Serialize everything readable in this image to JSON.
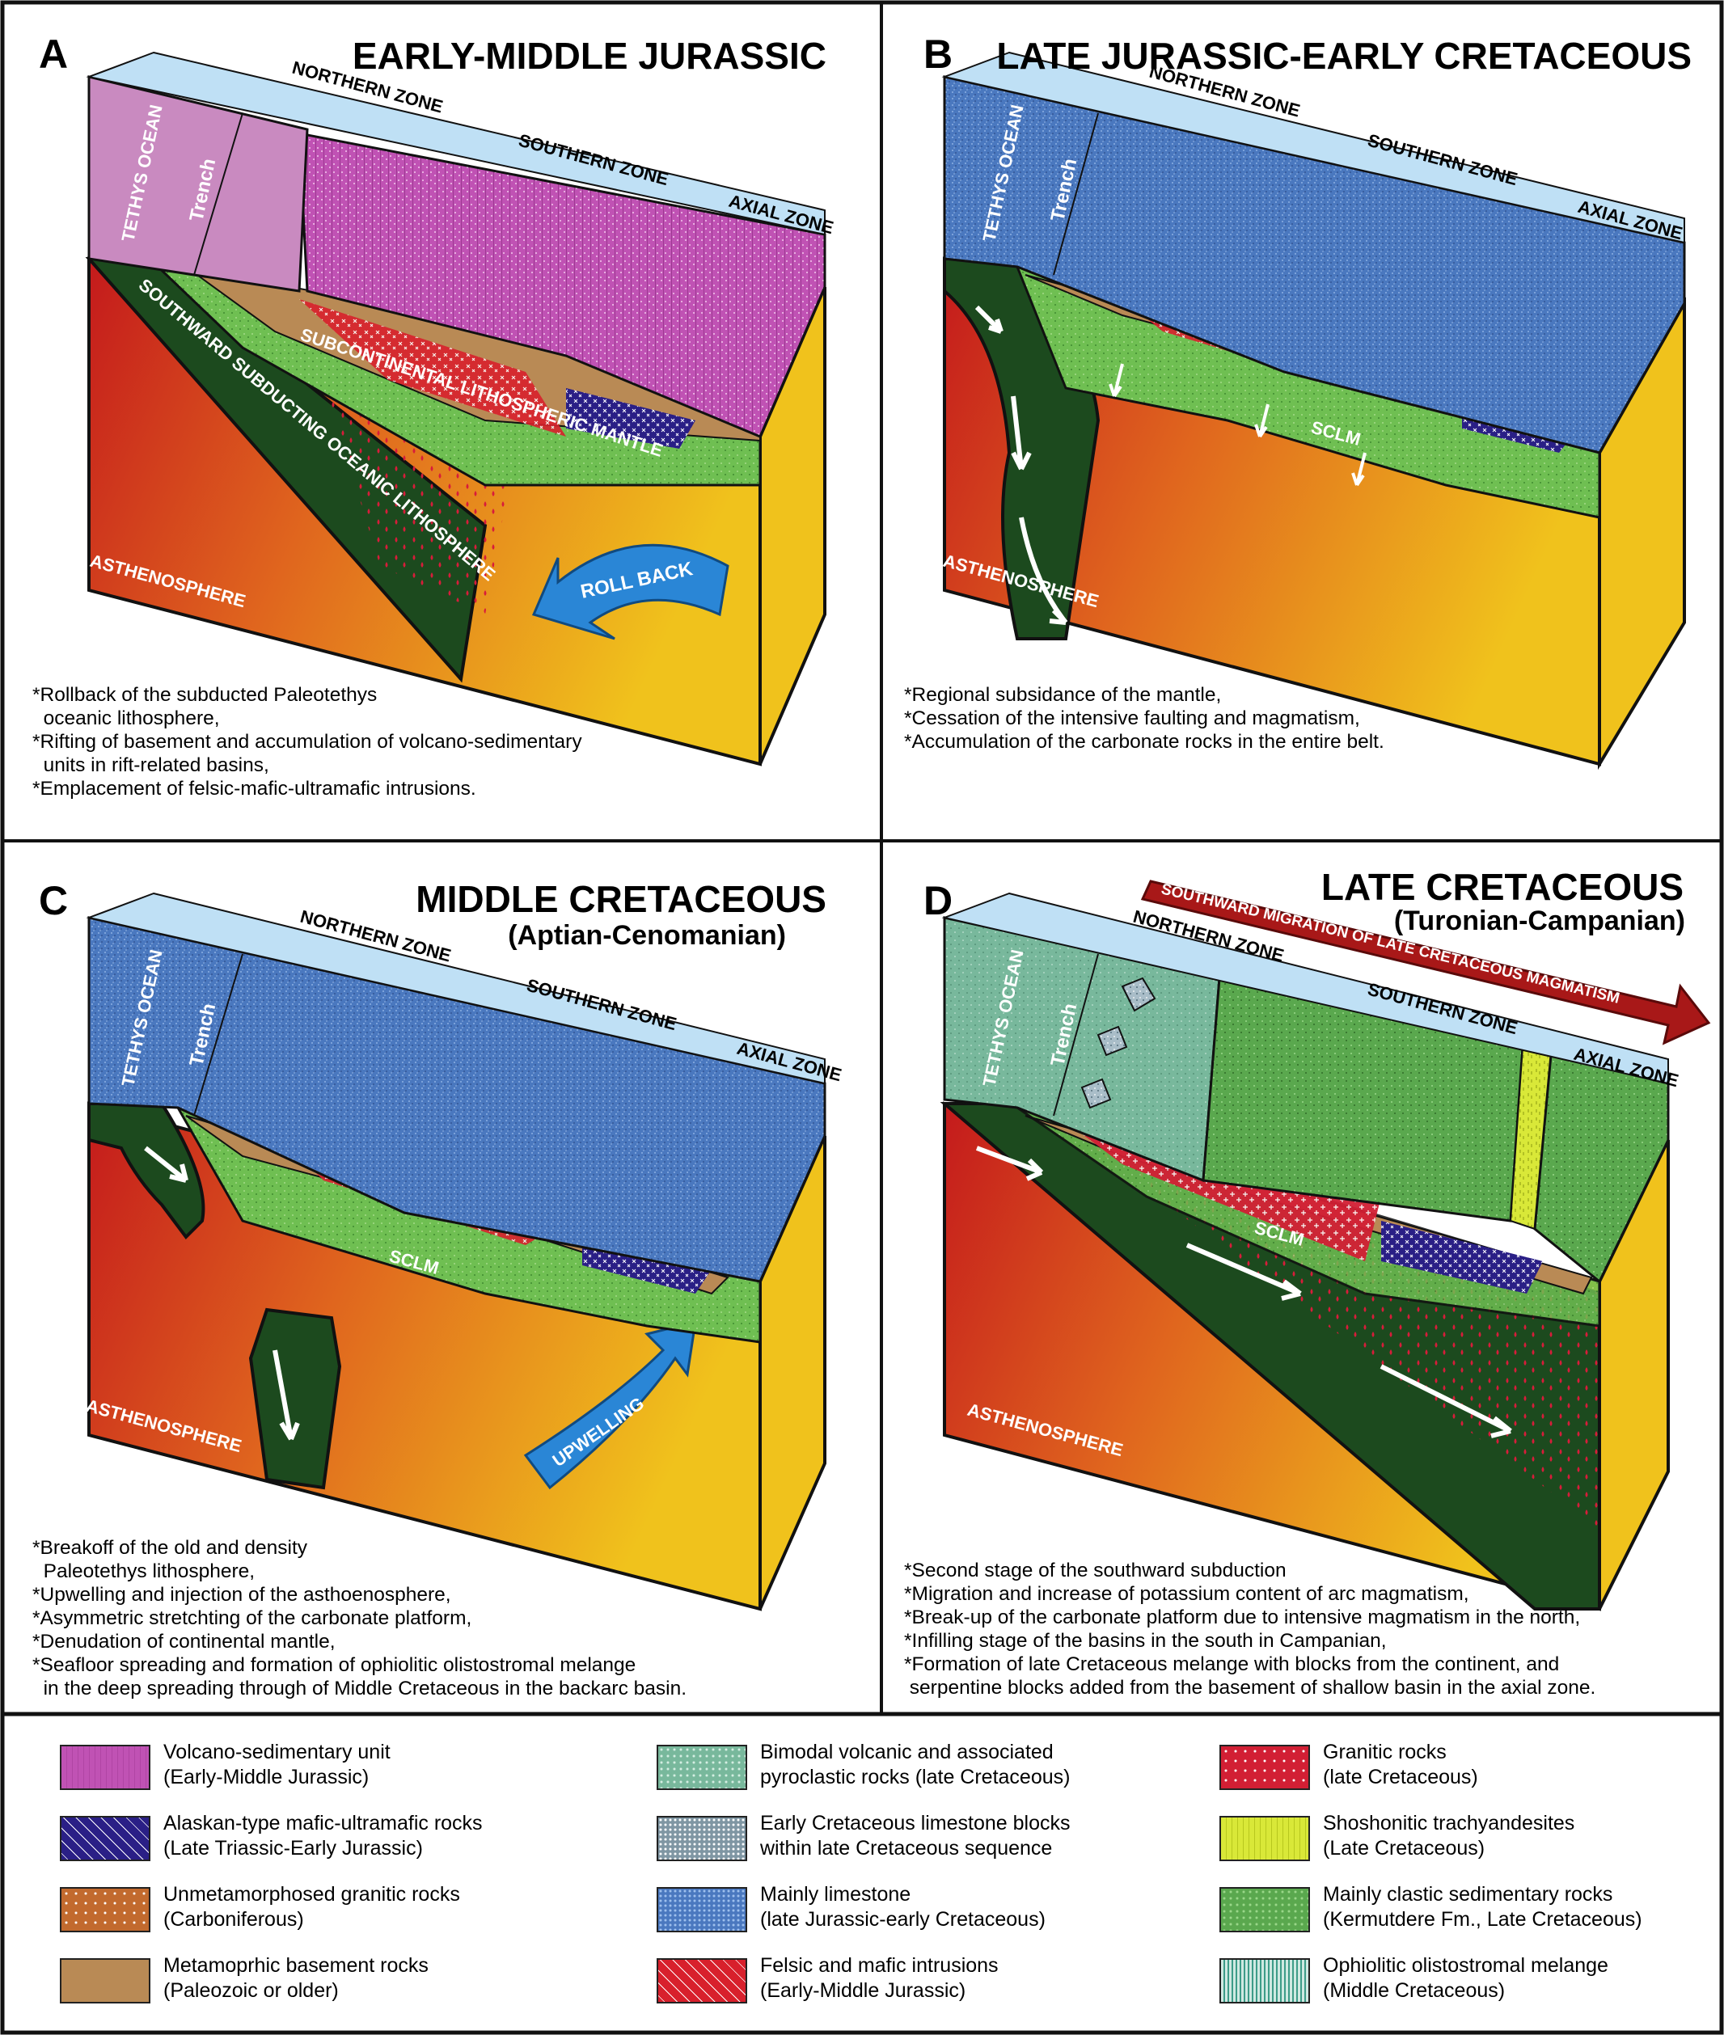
{
  "panels": [
    {
      "letter": "A",
      "title": "EARLY-MIDDLE JURASSIC",
      "subtitle": "",
      "labels": {
        "ocean": "TETHYS OCEAN",
        "trench": "Trench",
        "northern": "NORTHERN ZONE",
        "southern": "SOUTHERN ZONE",
        "axial": "AXIAL ZONE",
        "asthenosphere": "ASTHENOSPHERE",
        "slab": "SOUTHWARD  SUBDUCTING  OCEANIC  LITHOSPHERE",
        "mantle": "SUBCONTINENTAL LITHOSPHERIC MANTLE",
        "arrow": "ROLL BACK"
      },
      "notes": "*Rollback of the subducted Paleotethys\n  oceanic lithosphere,\n*Rifting of basement and accumulation of volcano-sedimentary\n  units in rift-related basins,\n*Emplacement of felsic-mafic-ultramafic intrusions."
    },
    {
      "letter": "B",
      "title": "LATE JURASSIC-EARLY CRETACEOUS",
      "subtitle": "",
      "labels": {
        "ocean": "TETHYS OCEAN",
        "trench": "Trench",
        "northern": "NORTHERN ZONE",
        "southern": "SOUTHERN ZONE",
        "axial": "AXIAL ZONE",
        "asthenosphere": "ASTHENOSPHERE",
        "mantle": "SCLM"
      },
      "notes": "*Regional subsidance of the mantle,\n*Cessation of the intensive faulting and magmatism,\n*Accumulation of the carbonate rocks in the entire belt."
    },
    {
      "letter": "C",
      "title": "MIDDLE CRETACEOUS",
      "subtitle": "(Aptian-Cenomanian)",
      "labels": {
        "ocean": "TETHYS OCEAN",
        "trench": "Trench",
        "northern": "NORTHERN ZONE",
        "southern": "SOUTHERN ZONE",
        "axial": "AXIAL ZONE",
        "asthenosphere": "ASTHENOSPHERE",
        "mantle": "SCLM",
        "arrow": "UPWELLING"
      },
      "notes": "*Breakoff of the old and density\n  Paleotethys lithosphere,\n*Upwelling and injection of the asthoenosphere,\n*Asymmetric stretchting of the carbonate platform,\n*Denudation of continental mantle,\n*Seafloor spreading and formation of ophiolitic olistostromal melange\n  in the deep spreading through of Middle Cretaceous in the backarc basin."
    },
    {
      "letter": "D",
      "title": "LATE CRETACEOUS",
      "subtitle": "(Turonian-Campanian)",
      "labels": {
        "ocean": "TETHYS OCEAN",
        "trench": "Trench",
        "northern": "NORTHERN ZONE",
        "southern": "SOUTHERN ZONE",
        "axial": "AXIAL ZONE",
        "asthenosphere": "ASTHENOSPHERE",
        "mantle": "SCLM",
        "migration": "SOUTHWARD MIGRATION OF LATE CRETACEOUS MAGMATISM"
      },
      "notes": "*Second stage of the southward subduction\n*Migration and increase of potassium content of arc magmatism,\n*Break-up of the carbonate platform due to intensive magmatism in the north,\n*Infilling stage of the basins in the south in Campanian,\n*Formation of late Cretaceous melange with blocks from the continent, and\n serpentine blocks added from the basement of shallow basin in the axial zone."
    }
  ],
  "legend": [
    {
      "line1": "Volcano-sedimentary unit",
      "line2": "(Early-Middle Jurassic)",
      "pattern": "volcano"
    },
    {
      "line1": "Alaskan-type mafic-ultramafic rocks",
      "line2": "(Late Triassic-Early Jurassic)",
      "pattern": "alaskan"
    },
    {
      "line1": "Unmetamorphosed granitic rocks",
      "line2": "(Carboniferous)",
      "pattern": "ungranite"
    },
    {
      "line1": "Metamoprhic basement rocks",
      "line2": "(Paleozoic or older)",
      "pattern": "basement"
    },
    {
      "line1": "Bimodal volcanic and associated",
      "line2": "pyroclastic rocks (late Cretaceous)",
      "pattern": "bimodal"
    },
    {
      "line1": "Early Cretaceous limestone blocks",
      "line2": "within late Cretaceous sequence",
      "pattern": "lsblocks"
    },
    {
      "line1": "Mainly limestone",
      "line2": "(late Jurassic-early Cretaceous)",
      "pattern": "limestone"
    },
    {
      "line1": "Felsic and mafic intrusions",
      "line2": "(Early-Middle Jurassic)",
      "pattern": "felsic"
    },
    {
      "line1": "Granitic rocks",
      "line2": "(late Cretaceous)",
      "pattern": "granite"
    },
    {
      "line1": "Shoshonitic trachyandesites",
      "line2": "(Late Cretaceous)",
      "pattern": "shosh"
    },
    {
      "line1": "Mainly clastic sedimentary rocks",
      "line2": "(Kermutdere Fm., Late Cretaceous)",
      "pattern": "clastic"
    },
    {
      "line1": "Ophiolitic olistostromal melange",
      "line2": "(Middle Cretaceous)",
      "pattern": "ophiolite"
    }
  ],
  "colors": {
    "ocean": "#bfe0f5",
    "limestone": "#4a78bf",
    "volcano": "#c052b4",
    "basement": "#b98a55",
    "sclm": "#6fbf52",
    "slab": "#1c4a1e",
    "asth_red": "#c8201c",
    "asth_yellow": "#f0c21c",
    "felsic": "#d8202c",
    "alaskan": "#2a1f86",
    "bimodal": "#78b89c",
    "shosh": "#d9e838",
    "clastic": "#5aa84e",
    "arrow_blue": "#2a86d6",
    "arrow_red": "#a81818"
  }
}
